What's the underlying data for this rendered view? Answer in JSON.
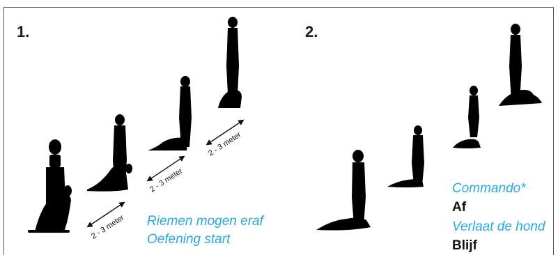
{
  "panel1": {
    "number": "1.",
    "distance_label": "2 - 3 meter",
    "caption_line1": "Riemen mogen eraf",
    "caption_line2": "Oefening start"
  },
  "panel2": {
    "number": "2.",
    "lines": [
      "Commando*",
      "Af",
      "Verlaat de hond",
      "Blijf"
    ]
  },
  "colors": {
    "accent_text": "#28a8e0",
    "silhouette": "#000000",
    "border": "#555555"
  }
}
